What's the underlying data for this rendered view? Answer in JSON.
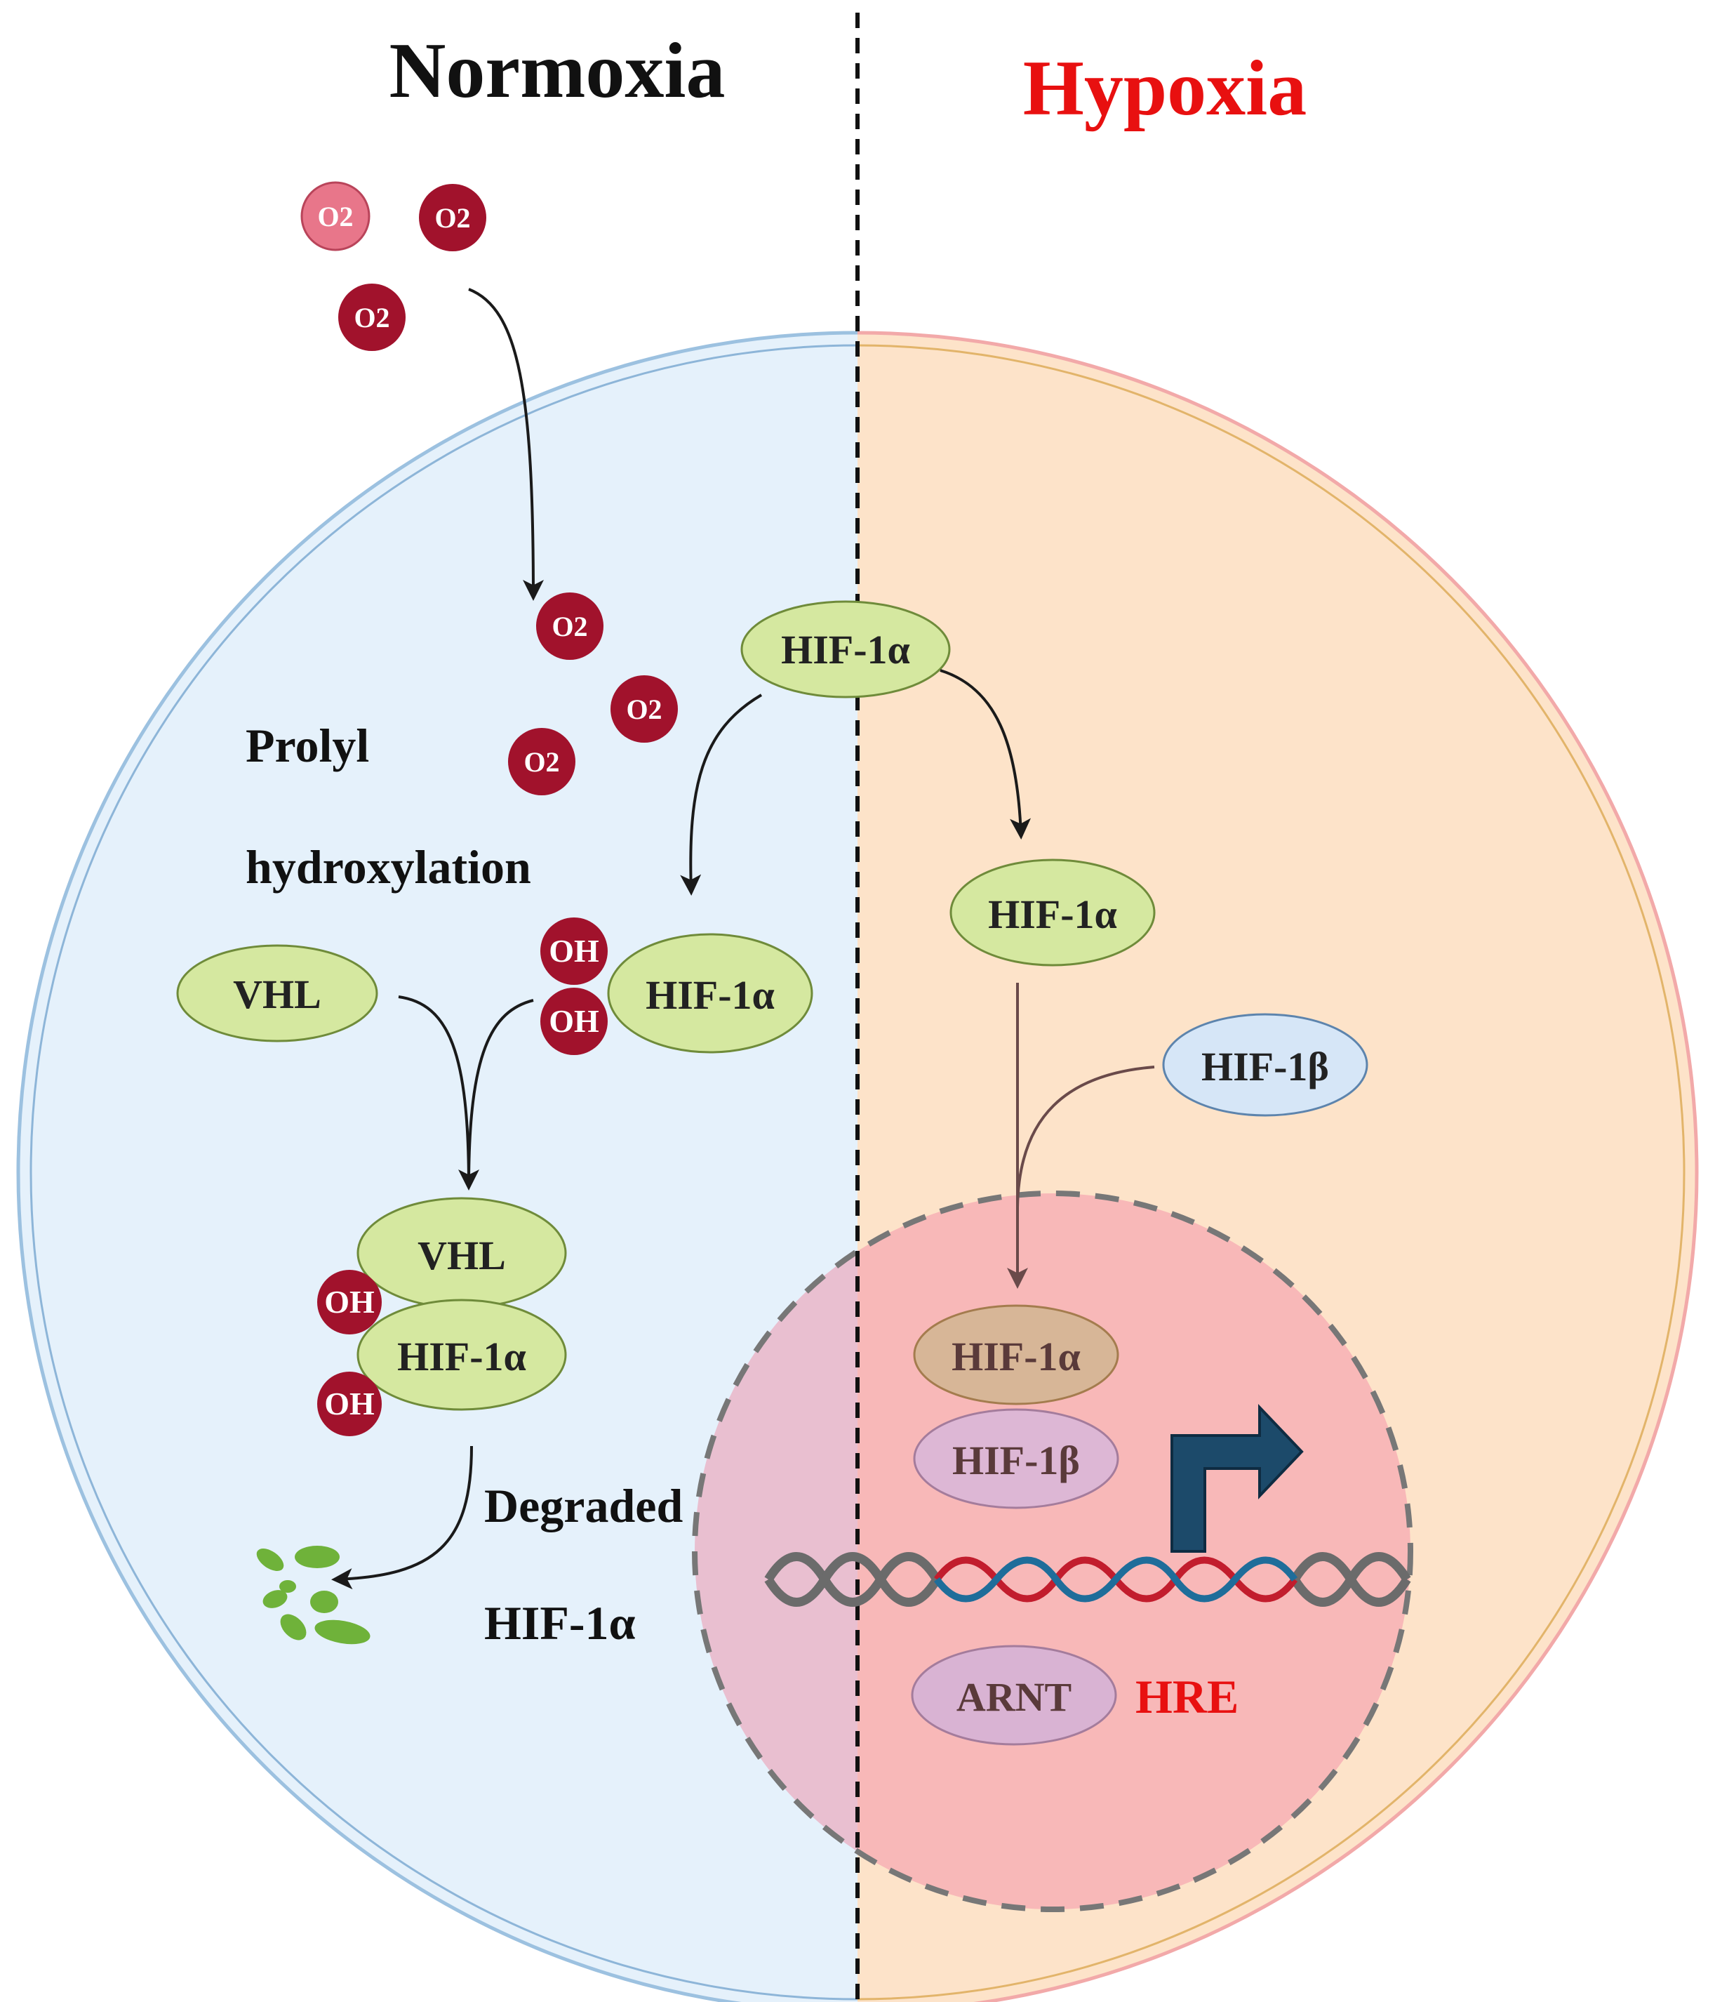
{
  "titles": {
    "left": "Normoxia",
    "right": "Hypoxia"
  },
  "labels": {
    "prolyl": "Prolyl",
    "hydroxylation": "hydroxylation",
    "degraded": "Degraded",
    "degraded_protein": "HIF-1α",
    "hre": "HRE"
  },
  "molecules": {
    "oxygen": "O2",
    "hydroxyl": "OH",
    "hif1a": "HIF-1α",
    "hif1b": "HIF-1β",
    "vhl": "VHL",
    "arnt": "ARNT"
  },
  "colors": {
    "normoxia_cytoplasm": "#e5f1fb",
    "hypoxia_cytoplasm": "#fde3c9",
    "nucleus_left": "#e9bfd0",
    "nucleus_right": "#f8b8b8",
    "hif1a_fill": "#d5e8a0",
    "hif1a_nuclear_fill": "#d7b697",
    "hif1b_fill": "#d6e6f7",
    "hif1b_nuclear_fill": "#ddb7d5",
    "arnt_fill": "#d9b3d3",
    "oxygen": "#a1122c",
    "oxygen_light": "#e8768a",
    "hypoxia_title": "#e81010",
    "hre": "#e81010",
    "dna_strand_red": "#c21d2d",
    "dna_strand_blue": "#1f6d9a",
    "dna_grey": "#6b6b6b",
    "tss_arrow": "#1c4a6a",
    "degraded_fragments": "#6fb23a"
  },
  "icons": {
    "oxygen": "oxygen-molecule-icon",
    "hydroxyl": "hydroxyl-group-icon",
    "dna": "dna-double-helix-icon",
    "transcription": "transcription-start-arrow-icon",
    "fragments": "degraded-protein-fragments-icon"
  }
}
